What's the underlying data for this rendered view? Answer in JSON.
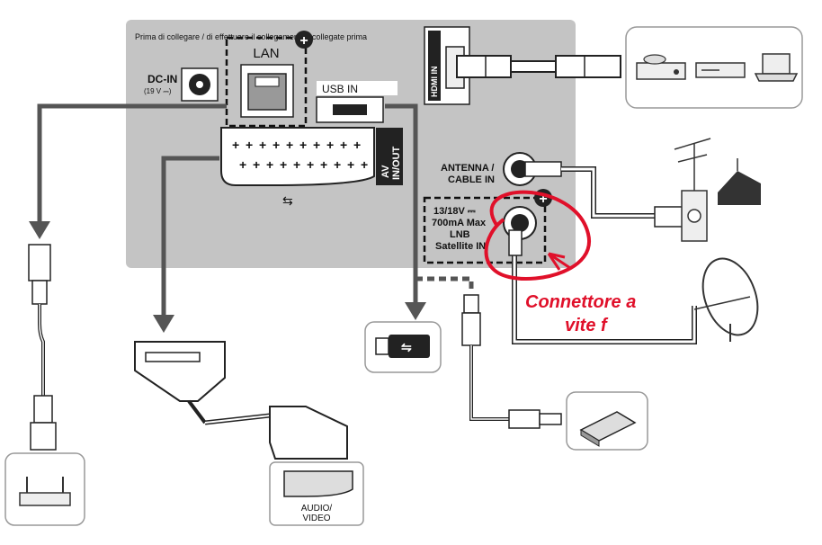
{
  "panel": {
    "top_text": "Prima di collegare / di effettuare il collegamento / collegate prima",
    "hdmi_label": "HDMI IN",
    "lan_label": "LAN",
    "dcin_label": "DC-IN",
    "dcin_sub": "(19 V ⎓)",
    "usb_label": "USB IN",
    "av_label_1": "AV",
    "av_label_2": "IN/OUT",
    "antenna_label_1": "ANTENNA /",
    "antenna_label_2": "CABLE IN",
    "sat_line_1": "13/18V ⎓",
    "sat_line_2": "700mA Max",
    "sat_line_3": "LNB",
    "sat_line_4": "Satellite IN",
    "plus_symbol": "+"
  },
  "devices": {
    "scart_label_1": "AUDIO/",
    "scart_label_2": "VIDEO"
  },
  "annotation": {
    "line_1": "Connettore a",
    "line_2": "vite f",
    "color": "#e0102a"
  },
  "colors": {
    "panel_bg": "#c4c4c4",
    "arrow": "#555555",
    "outline": "#222222"
  }
}
